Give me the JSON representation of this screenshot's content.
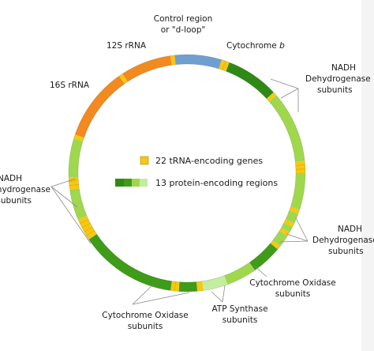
{
  "labels": {
    "control_region_1": "Control region",
    "control_region_2": "or \"d-loop\"",
    "cytochrome_b_1": "Cytochrome ",
    "cytochrome_b_2": "b",
    "rrna_12s": "12S rRNA",
    "rrna_16s": "16S rRNA",
    "nadh_tr_1": "NADH",
    "nadh_tr_2": "Dehydrogenase",
    "nadh_tr_3": "subunits",
    "nadh_l_1": "NADH",
    "nadh_l_2": "Dehydrogenase",
    "nadh_l_3": "subunits",
    "nadh_br_1": "NADH",
    "nadh_br_2": "Dehydrogenase",
    "nadh_br_3": "subunits",
    "cox_right_1": "Cytochrome Oxidase",
    "cox_right_2": "subunits",
    "atp_1": "ATP Synthase",
    "atp_2": "subunits",
    "cox_left_1": "Cytochrome Oxidase",
    "cox_left_2": "subunits"
  },
  "legend": {
    "trna": "22 tRNA-encoding genes",
    "protein": "13 protein-encoding regions"
  },
  "colors": {
    "control": "#6f9fce",
    "rrna": "#f28a1f",
    "trna": "#f6c812",
    "cytb": "#2f8a15",
    "cox": "#3e9c18",
    "nadh": "#9fd84c",
    "atp": "#c4eda0",
    "background": "#ffffff"
  },
  "arcs": [
    {
      "type": "control",
      "start": 0,
      "end": 17
    },
    {
      "type": "trna",
      "start": 17,
      "end": 21
    },
    {
      "type": "cytb",
      "start": 21,
      "end": 47
    },
    {
      "type": "trna",
      "start": 47,
      "end": 49
    },
    {
      "type": "nadh",
      "start": 49,
      "end": 84
    },
    {
      "type": "trna",
      "start": 84,
      "end": 90
    },
    {
      "type": "nadh",
      "start": 90,
      "end": 108
    },
    {
      "type": "trna",
      "start": 108,
      "end": 110
    },
    {
      "type": "nadh",
      "start": 110,
      "end": 115
    },
    {
      "type": "trna",
      "start": 115,
      "end": 117
    },
    {
      "type": "nadh",
      "start": 117,
      "end": 120
    },
    {
      "type": "trna",
      "start": 120,
      "end": 122
    },
    {
      "type": "nadh",
      "start": 122,
      "end": 128
    },
    {
      "type": "trna",
      "start": 128,
      "end": 130
    },
    {
      "type": "cox",
      "start": 130,
      "end": 145
    },
    {
      "type": "nadh",
      "start": 145,
      "end": 160
    },
    {
      "type": "atp",
      "start": 160,
      "end": 172
    },
    {
      "type": "trna",
      "start": 172,
      "end": 175
    },
    {
      "type": "cox",
      "start": 175,
      "end": 184
    },
    {
      "type": "trna",
      "start": 184,
      "end": 188
    },
    {
      "type": "cox",
      "start": 188,
      "end": 236
    },
    {
      "type": "trna",
      "start": 236,
      "end": 247
    },
    {
      "type": "nadh",
      "start": 247,
      "end": 262
    },
    {
      "type": "trna",
      "start": 262,
      "end": 268
    },
    {
      "type": "nadh",
      "start": 268,
      "end": 287
    },
    {
      "type": "trna",
      "start": 287,
      "end": 289
    },
    {
      "type": "rrna",
      "start": 289,
      "end": 325
    },
    {
      "type": "trna",
      "start": 325,
      "end": 327
    },
    {
      "type": "rrna",
      "start": 327,
      "end": 352
    },
    {
      "type": "trna",
      "start": 352,
      "end": 354
    },
    {
      "type": "control",
      "start": 354,
      "end": 360
    }
  ]
}
